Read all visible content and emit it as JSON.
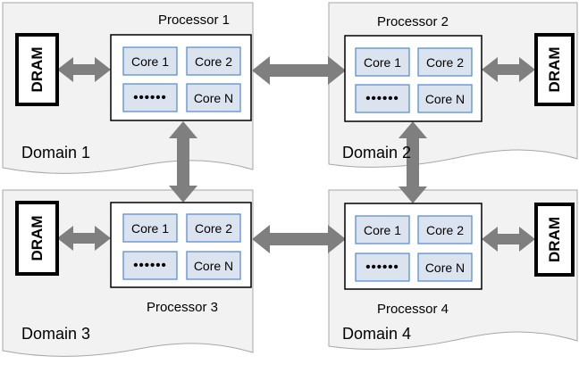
{
  "domains": [
    {
      "label": "Domain 1",
      "processor": {
        "label": "Processor 1",
        "cores": [
          "Core 1",
          "Core 2",
          "••••••",
          "Core N"
        ]
      },
      "memory": "DRAM"
    },
    {
      "label": "Domain 2",
      "processor": {
        "label": "Processor 2",
        "cores": [
          "Core 1",
          "Core 2",
          "••••••",
          "Core N"
        ]
      },
      "memory": "DRAM"
    },
    {
      "label": "Domain 3",
      "processor": {
        "label": "Processor 3",
        "cores": [
          "Core 1",
          "Core 2",
          "••••••",
          "Core N"
        ]
      },
      "memory": "DRAM"
    },
    {
      "label": "Domain 4",
      "processor": {
        "label": "Processor 4",
        "cores": [
          "Core 1",
          "Core 2",
          "••••••",
          "Core N"
        ]
      },
      "memory": "DRAM"
    }
  ],
  "colors": {
    "domain_fill": "#f2f2f2",
    "domain_border": "#a6a6a6",
    "core_fill": "#dbe3ef",
    "core_border": "#5b8fd0",
    "arrow": "#7f7f7f"
  }
}
